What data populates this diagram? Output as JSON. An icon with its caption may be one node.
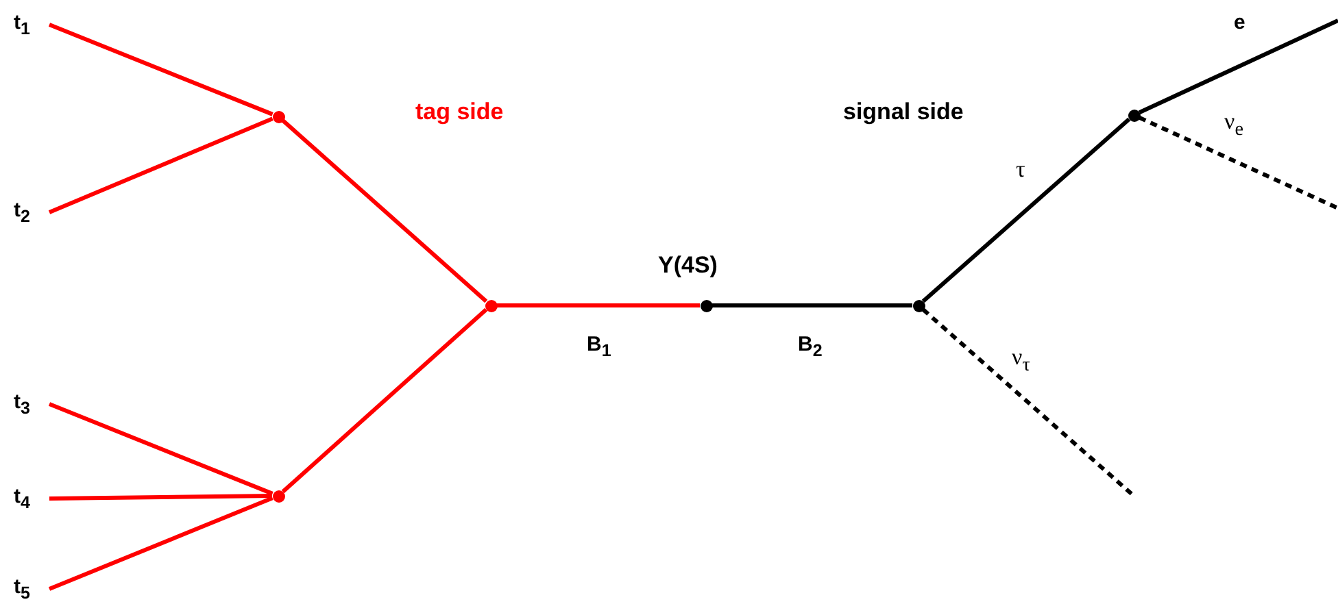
{
  "diagram": {
    "nodes": [
      {
        "text": [
          "t$_{1}$"
        ]
      },
      {
        "text": [
          "t$_{2}$"
        ]
      },
      {
        "text": [
          "t$_{3}$"
        ]
      },
      {
        "text": [
          "t$_{4}$"
        ]
      },
      {
        "text": [
          "t$_{5}$"
        ]
      },
      {
        "text": [],
        "shape": "circle"
      },
      {
        "text": [],
        "shape": "circle"
      },
      {
        "text": [],
        "shape": "circle"
      },
      {
        "text": [],
        "shape": "circle",
        "beside": [
          "Υ**(4S)**"
        ]
      },
      {
        "text": [],
        "shape": "circle"
      },
      {
        "text": [],
        "shape": "circle"
      }
    ],
    "edges": [
      {
        "from": 0,
        "to": 5,
        "arrow": "none"
      },
      {
        "from": 1,
        "to": 5,
        "arrow": "none"
      },
      {
        "from": 5,
        "to": 7,
        "arrow": "none"
      },
      {
        "from": 2,
        "to": 6,
        "arrow": "none"
      },
      {
        "from": 3,
        "to": 6,
        "arrow": "none"
      },
      {
        "from": 4,
        "to": 6,
        "arrow": "none"
      },
      {
        "from": 6,
        "to": 7,
        "arrow": "none"
      },
      {
        "from": 7,
        "to": 8,
        "arrow": "none",
        "label": "B$_{1}$"
      },
      {
        "from": 8,
        "to": 9,
        "arrow": "none",
        "label": "B$_{2}$",
        "color": "#000000"
      },
      {
        "from": 9,
        "to": 10,
        "arrow": "none",
        "label": "τ",
        "color": "#000000"
      },
      {
        "from": 10,
        "to": null,
        "arrow": "none",
        "label": "e",
        "color": "#000000"
      },
      {
        "from": 10,
        "to": null,
        "arrow": "none",
        "label": "ν$_{e}$",
        "style": "dashed",
        "color": "#000000"
      },
      {
        "from": 9,
        "to": null,
        "arrow": "none",
        "label": "ν$_{τ}$",
        "style": "dashed",
        "color": "#000000"
      }
    ],
    "labels": [
      "tag side",
      "signal side"
    ]
  }
}
